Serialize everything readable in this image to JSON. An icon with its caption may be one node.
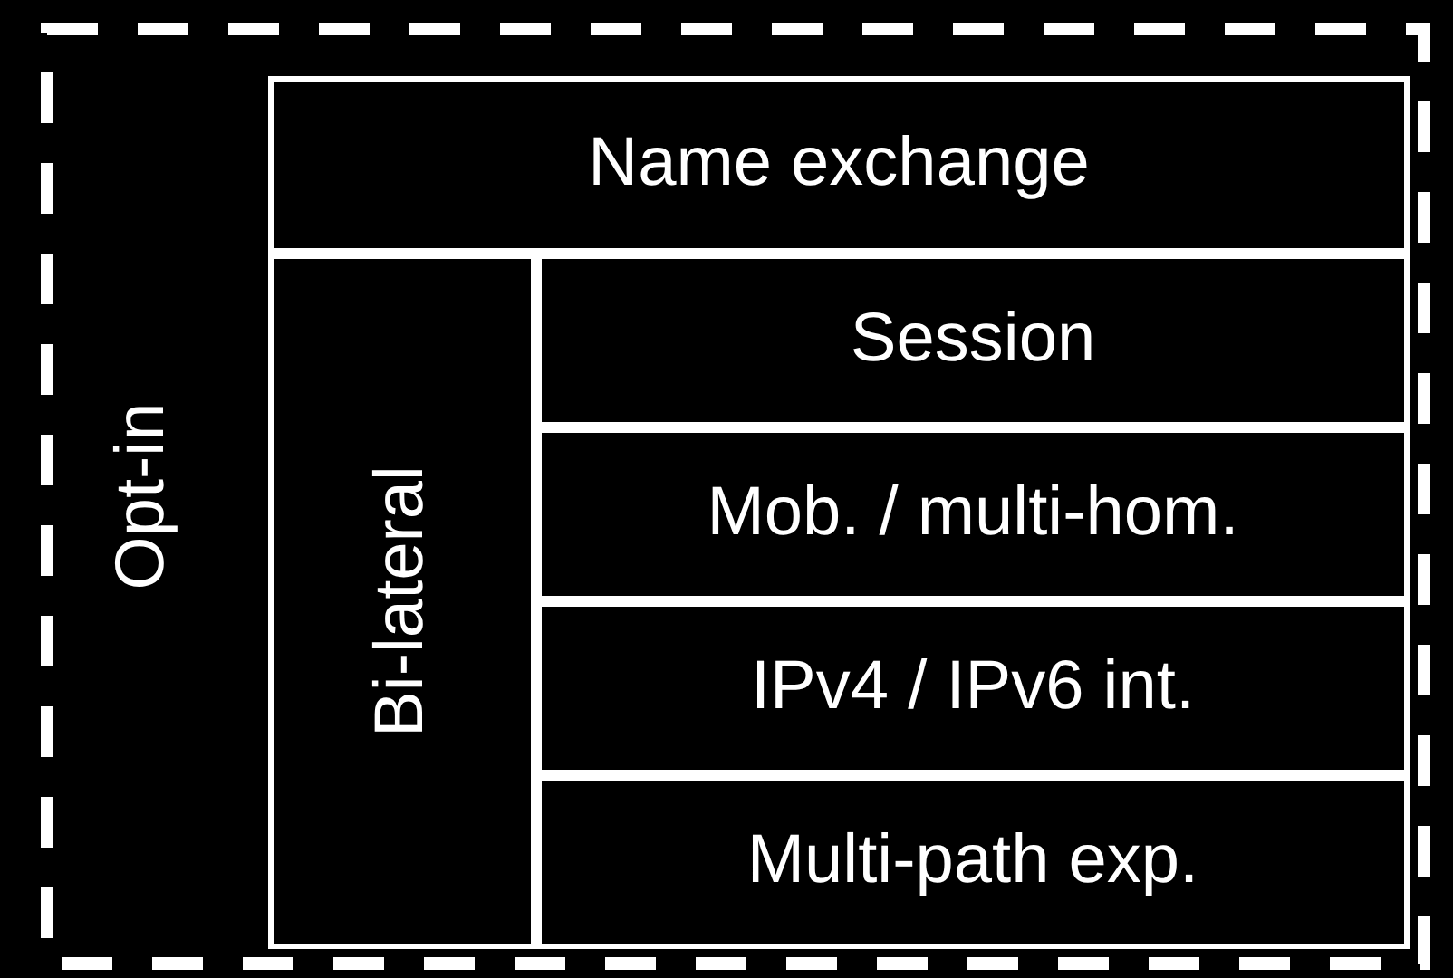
{
  "diagram": {
    "nodes": [
      {
        "text": [
          "Opt-in"
        ]
      },
      {
        "text": [
          "Name exchange"
        ],
        "in": 0
      },
      {
        "text": [
          "Bi-lateral"
        ],
        "in": 0
      },
      {
        "text": [
          "Session"
        ],
        "in": 0
      },
      {
        "text": [
          "Mob. / multi-hom."
        ],
        "in": 0
      },
      {
        "text": [
          "IPv4 / IPv6 int."
        ],
        "in": 0
      },
      {
        "text": [
          "Multi-path exp."
        ],
        "in": 0
      }
    ]
  }
}
